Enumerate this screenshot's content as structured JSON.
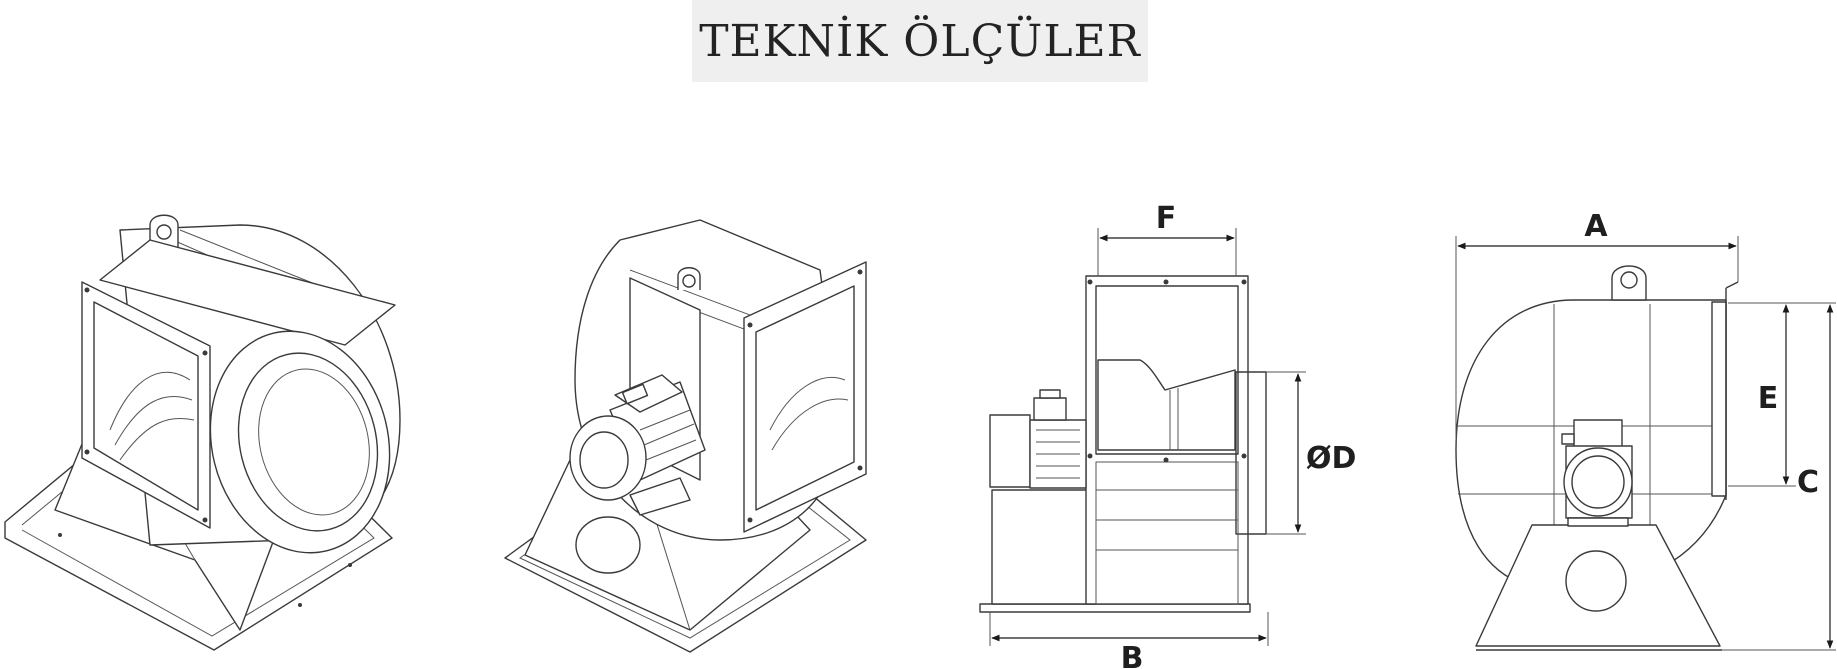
{
  "page": {
    "title": "TEKNİK ÖLÇÜLER"
  },
  "dimensions": {
    "a": "A",
    "b": "B",
    "c": "C",
    "d": "ØD",
    "e": "E",
    "f": "F"
  },
  "colors": {
    "title_background": "#efefef",
    "line": "#3a3a3a",
    "text": "#232323"
  }
}
